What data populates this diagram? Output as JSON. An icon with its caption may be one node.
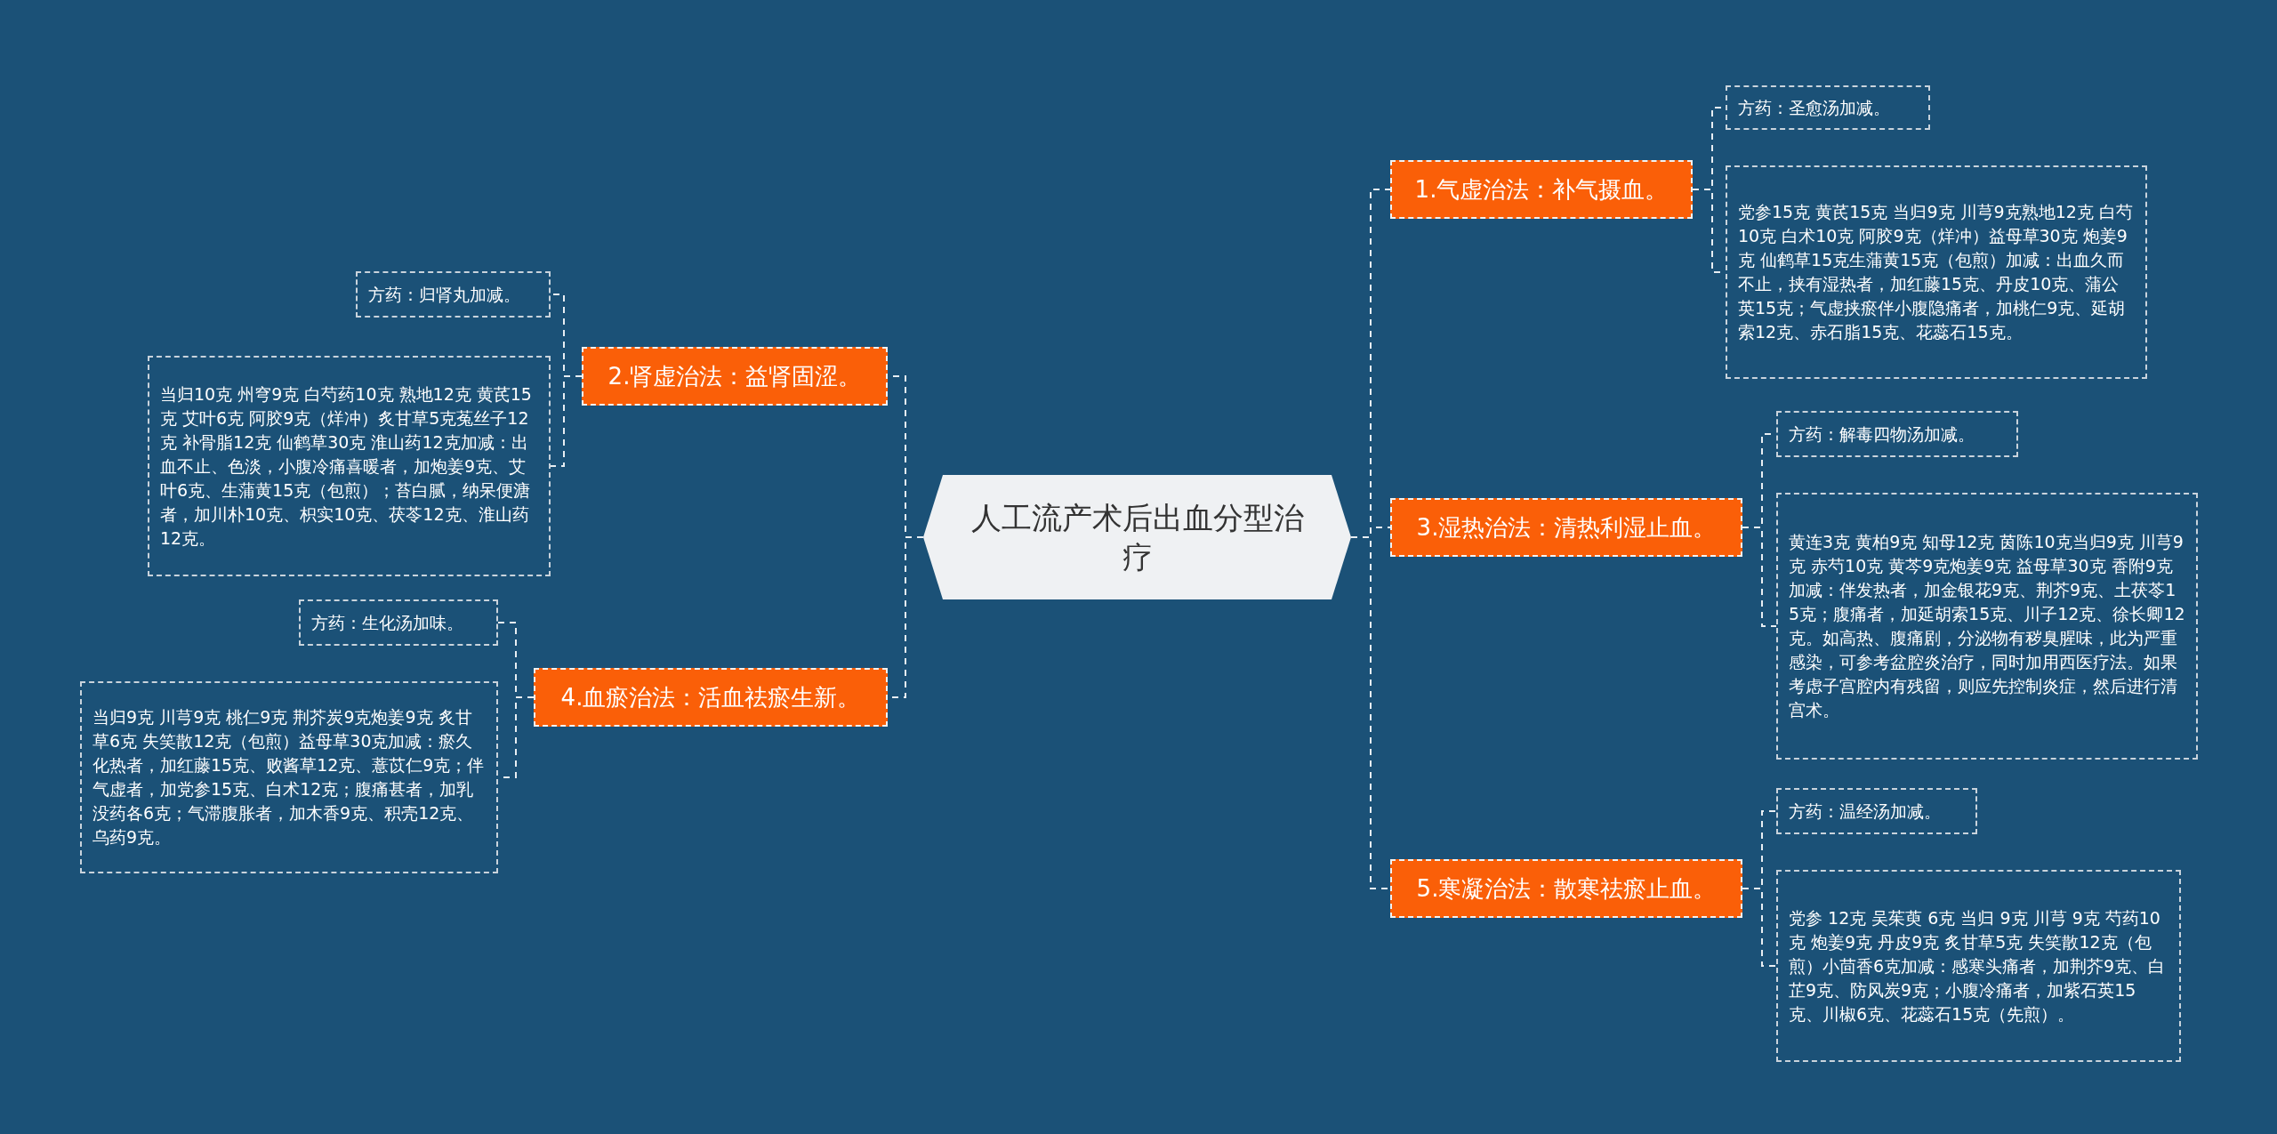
{
  "diagram": {
    "nodes": [
      {
        "text": [
          "人工流产术后出血分型治疗"
        ]
      },
      {
        "text": [
          "1.气虚治法：补气摄血。"
        ]
      },
      {
        "text": [
          "方药：圣愈汤加减。"
        ]
      },
      {
        "text": [
          "党参15克 黄芪15克 当归9克 川芎9克熟地12克 白芍10克 白术10克 阿胶9克（烊冲）益母草30克 炮姜9克 仙鹤草15克生蒲黄15克（包煎）加减：出血久而不止，挟有湿热者，加红藤15克、丹皮10克、蒲公英15克；气虚挟瘀伴小腹隐痛者，加桃仁9克、延胡索12克、赤石脂15克、花蕊石15克。"
        ]
      },
      {
        "text": [
          "2.肾虚治法：益肾固涩。"
        ]
      },
      {
        "text": [
          "方药：归肾丸加减。"
        ]
      },
      {
        "text": [
          "当归10克 州穹9克 白芍药10克 熟地12克 黄芪15克 艾叶6克 阿胶9克（烊冲）炙甘草5克菟丝子12克 补骨脂12克 仙鹤草30克 淮山药12克加减：出血不止、色淡，小腹冷痛喜暖者，加炮姜9克、艾叶6克、生蒲黄15克（包煎）；苔白腻，纳呆便溏者，加川朴10克、枳实10克、茯苓12克、淮山药12克。"
        ]
      },
      {
        "text": [
          "3.湿热治法：清热利湿止血。"
        ]
      },
      {
        "text": [
          "方药：解毒四物汤加减。"
        ]
      },
      {
        "text": [
          "黄连3克 黄柏9克 知母12克 茵陈10克当归9克 川芎9克 赤芍10克 黄芩9克炮姜9克 益母草30克 香附9克加减：伴发热者，加金银花9克、荆芥9克、土茯苓15克；腹痛者，加延胡索15克、川子12克、徐长卿12克。如高热、腹痛剧，分泌物有秽臭腥味，此为严重感染，可参考盆腔炎治疗，同时加用西医疗法。如果考虑子宫腔内有残留，则应先控制炎症，然后进行清宫术。"
        ]
      },
      {
        "text": [
          "4.血瘀治法：活血祛瘀生新。"
        ]
      },
      {
        "text": [
          "方药：生化汤加味。"
        ]
      },
      {
        "text": [
          "当归9克 川芎9克 桃仁9克 荆芥炭9克炮姜9克 炙甘草6克 失笑散12克（包煎）益母草30克加减：瘀久化热者，加红藤15克、败酱草12克、薏苡仁9克；伴气虚者，加党参15克、白术12克；腹痛甚者，加乳没药各6克；气滞腹胀者，加木香9克、积壳12克、乌药9克。"
        ]
      },
      {
        "text": [
          "5.寒凝治法：散寒祛瘀止血。"
        ]
      },
      {
        "text": [
          "方药：温经汤加减。"
        ]
      },
      {
        "text": [
          "党参 12克 吴茱萸 6克 当归 9克 川芎 9克 芍药10克 炮姜9克 丹皮9克 炙甘草5克 失笑散12克（包煎）小茴香6克加减：感寒头痛者，加荆芥9克、白芷9克、防风炭9克；小腹冷痛者，加紫石英15克、川椒6克、花蕊石15克（先煎）。"
        ]
      }
    ],
    "edges": [
      {
        "from": 0,
        "to": 1,
        "arrow": "none"
      },
      {
        "from": 1,
        "to": 2,
        "arrow": "none"
      },
      {
        "from": 1,
        "to": 3,
        "arrow": "none"
      },
      {
        "from": 0,
        "to": 4,
        "arrow": "none"
      },
      {
        "from": 4,
        "to": 5,
        "arrow": "none"
      },
      {
        "from": 4,
        "to": 6,
        "arrow": "none"
      },
      {
        "from": 0,
        "to": 7,
        "arrow": "none"
      },
      {
        "from": 7,
        "to": 8,
        "arrow": "none"
      },
      {
        "from": 7,
        "to": 9,
        "arrow": "none"
      },
      {
        "from": 0,
        "to": 10,
        "arrow": "none"
      },
      {
        "from": 10,
        "to": 11,
        "arrow": "none"
      },
      {
        "from": 10,
        "to": 12,
        "arrow": "none"
      },
      {
        "from": 0,
        "to": 13,
        "arrow": "none"
      },
      {
        "from": 13,
        "to": 14,
        "arrow": "none"
      },
      {
        "from": 13,
        "to": 15,
        "arrow": "none"
      }
    ]
  }
}
